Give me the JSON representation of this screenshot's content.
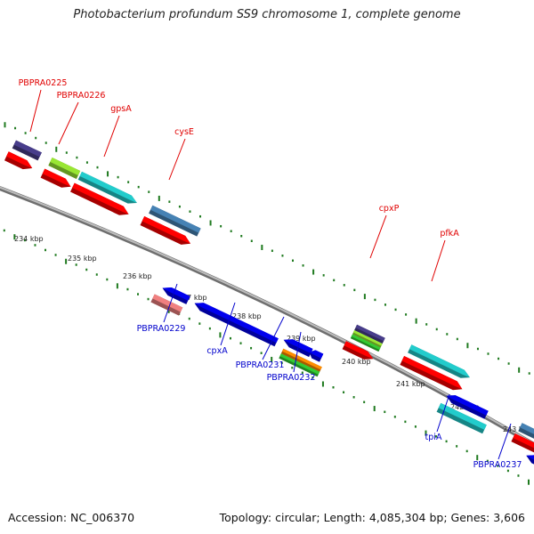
{
  "title": "Photobacterium profundum SS9 chromosome 1, complete genome",
  "footer": {
    "accession": "Accession: NC_006370",
    "topology": "Topology: circular; Length: 4,085,304 bp; Genes: 3,606"
  },
  "colors": {
    "backbone": "#8a8a8a",
    "tick": "#1f7a1f",
    "forward_label": "#e00000",
    "reverse_label": "#0000cc",
    "feature_red": "#ff0000",
    "feature_blue": "#0000ee",
    "feature_cyan": "#22cccc",
    "feature_steel": "#4682b4",
    "feature_slate": "#483d8b",
    "feature_lime": "#99e633",
    "feature_pink": "#f08080",
    "feature_orange": "#ff8c00",
    "feature_green": "#33cc33"
  },
  "scale_labels": [
    "234 kbp",
    "235 kbp",
    "236 kbp",
    "237 kbp",
    "238 kbp",
    "239 kbp",
    "240 kbp",
    "241 kbp",
    "242 kbp",
    "243 kbp"
  ],
  "forward_genes": [
    "PBPRA0225",
    "PBPRA0226",
    "gpsA",
    "cysE",
    "cpxP",
    "pfkA"
  ],
  "reverse_genes": [
    "PBPRA0229",
    "cpxA",
    "PBPRA0231",
    "PBPRA0232",
    "tpiA",
    "PBPRA0237"
  ]
}
